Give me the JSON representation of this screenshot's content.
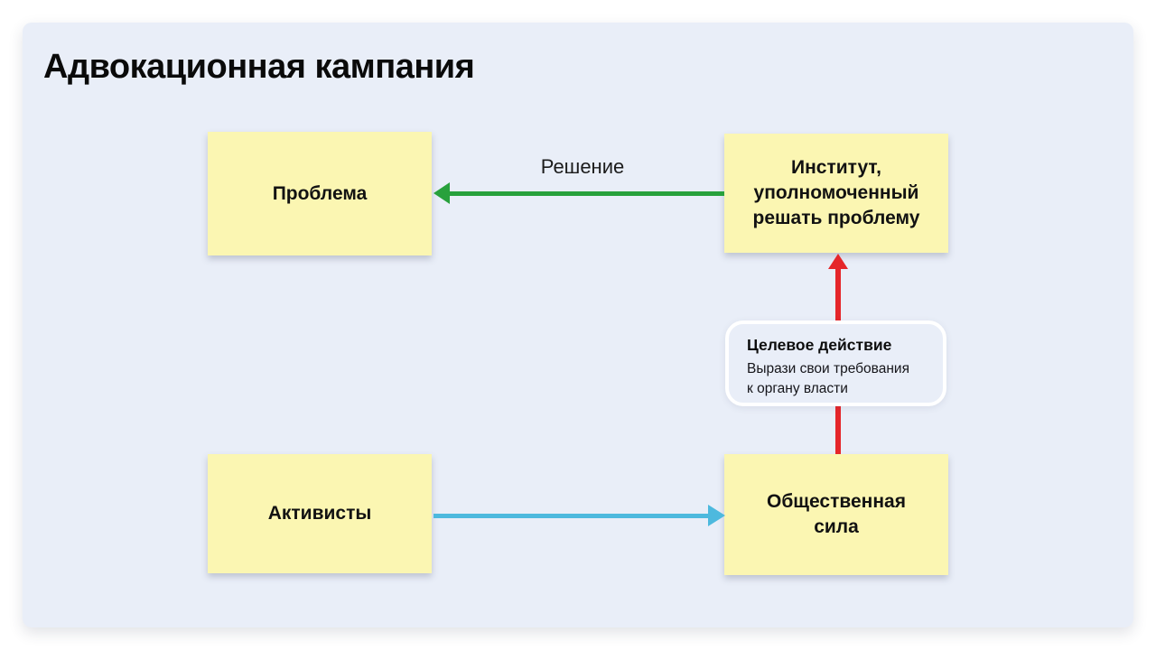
{
  "page": {
    "title": "Адвокационная кампания"
  },
  "nodes": {
    "problem": {
      "label": "Проблема"
    },
    "institution": {
      "label": "Институт,\nуполномоченный\nрешать проблему"
    },
    "activists": {
      "label": "Активисты"
    },
    "public_force": {
      "label": "Общественная\nсила"
    }
  },
  "callout": {
    "title": "Целевое действие",
    "body": "Вырази свои требования\nк органу власти"
  },
  "edges": {
    "solution": {
      "from": "institution",
      "to": "problem",
      "label": "Решение",
      "color": "#28a13c",
      "direction": "left"
    },
    "mobilize": {
      "from": "activists",
      "to": "public_force",
      "label": "",
      "color": "#4db9de",
      "direction": "right"
    },
    "demand": {
      "from": "public_force",
      "to": "institution",
      "label": "",
      "color": "#e5262a",
      "direction": "up",
      "passes_through": "callout"
    }
  },
  "colors": {
    "canvas_background": "#e9eef8",
    "page_background": "#ffffff",
    "node_fill": "#fbf6b2",
    "callout_border": "#ffffff",
    "arrow_green": "#28a13c",
    "arrow_blue": "#4db9de",
    "arrow_red": "#e5262a",
    "text": "#121212"
  }
}
